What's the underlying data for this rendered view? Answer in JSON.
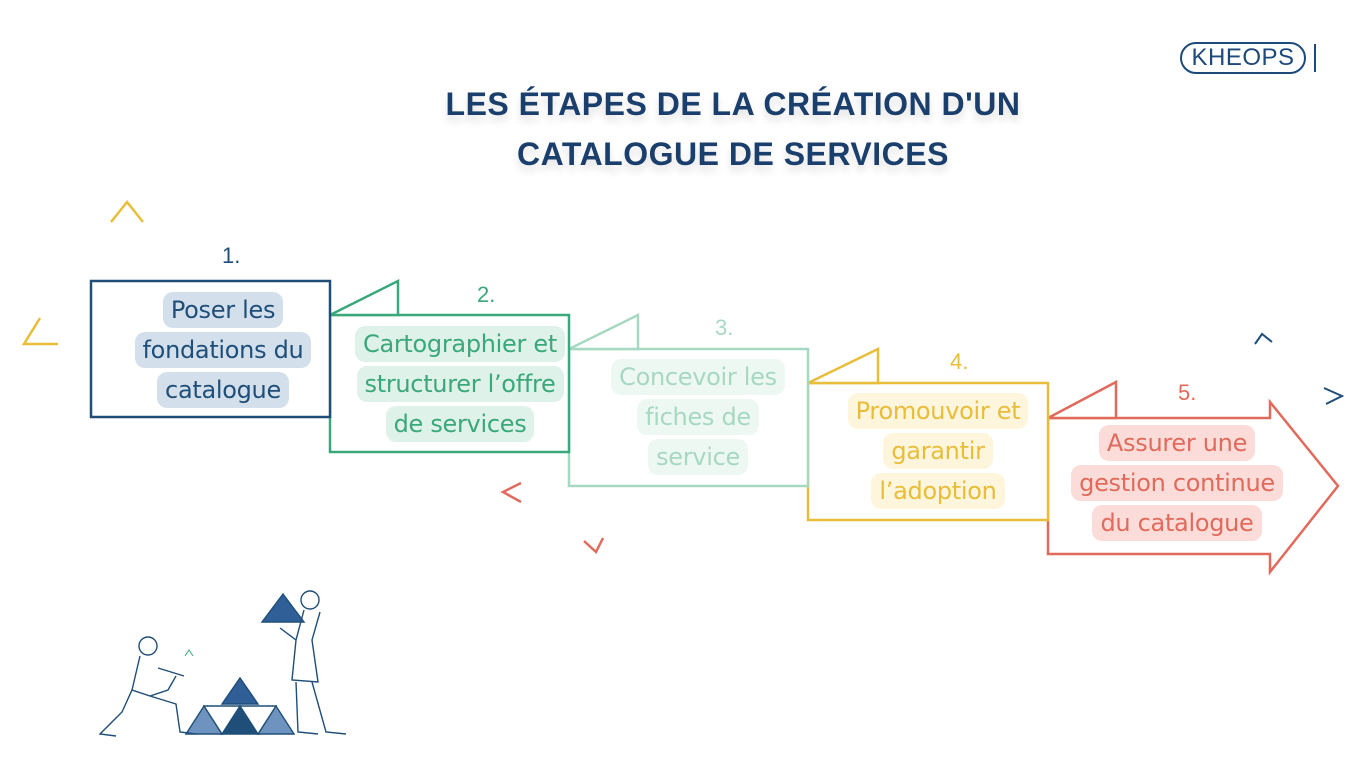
{
  "brand": {
    "name": "KHEOPS"
  },
  "title": {
    "line1": "LES ÉTAPES DE LA CRÉATION D'UN",
    "line2": "CATALOGUE DE SERVICES"
  },
  "steps": [
    {
      "number": "1.",
      "label": "Poser les fondations du catalogue",
      "color": "#1f4e79",
      "highlight": "#d3e0ec"
    },
    {
      "number": "2.",
      "label": "Cartographier et structurer l’offre de services",
      "color": "#3aa87a",
      "highlight": "#dff2ea"
    },
    {
      "number": "3.",
      "label": "Concevoir les fiches de service",
      "color": "#a6d8c2",
      "highlight": "#eef8f3"
    },
    {
      "number": "4.",
      "label": "Promouvoir et garantir l’adoption",
      "color": "#e8bd3a",
      "highlight": "#fdf5dc"
    },
    {
      "number": "5.",
      "label": "Assurer une gestion continue du catalogue",
      "color": "#e06a5c",
      "highlight": "#fbdcd8"
    }
  ],
  "label_lines": [
    [
      "Poser les",
      "fondations du",
      "catalogue"
    ],
    [
      "Cartographier et",
      "structurer l’offre",
      "de services"
    ],
    [
      "Concevoir les",
      "fiches de",
      "service"
    ],
    [
      "Promouvoir et",
      "garantir",
      "l’adoption"
    ],
    [
      "Assurer une",
      "gestion continue",
      "du catalogue"
    ]
  ],
  "decor_colors": {
    "yellow": "#e8bd3a",
    "red": "#e06a5c",
    "navy": "#1f4e79"
  }
}
